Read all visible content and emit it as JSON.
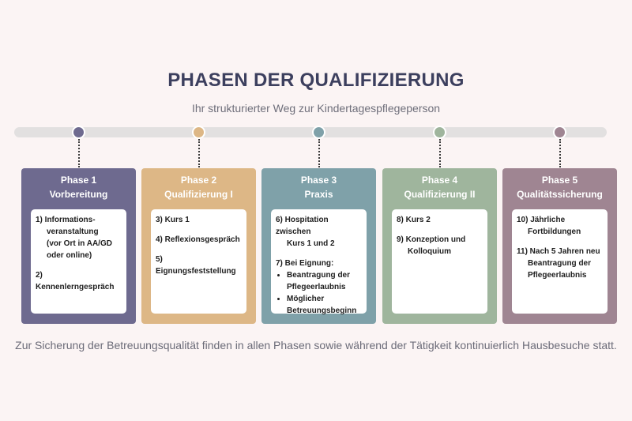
{
  "title": "PHASEN DER QUALIFIZIERUNG",
  "subtitle": "Ihr strukturierter Weg zur Kindertagespflegeperson",
  "footer": "Zur Sicherung der Betreuungsqualität finden in allen Phasen sowie während der Tätigkeit kontinuierlich Hausbesuche statt.",
  "colors": {
    "phase1": "#6e6a8f",
    "phase2": "#ddb786",
    "phase3": "#7fa1a9",
    "phase4": "#9fb59d",
    "phase5": "#9f8592"
  },
  "phases": [
    {
      "label": "Phase 1",
      "name": "Vorbereitung",
      "items": [
        {
          "text": "1)  Informations-\nveranstaltung\n(vor Ort in AA/GD\noder online)"
        },
        {
          "text": "2) Kennenlerngespräch"
        }
      ]
    },
    {
      "label": "Phase 2",
      "name": "Qualifizierung I",
      "items": [
        {
          "text": "3) Kurs 1"
        },
        {
          "text": "4) Reflexionsgespräch"
        },
        {
          "text": "5) Eignungsfeststellung"
        }
      ]
    },
    {
      "label": "Phase 3",
      "name": "Praxis",
      "items": [
        {
          "text": "6)  Hospitation zwischen\nKurs 1 und 2"
        },
        {
          "text": "7) Bei Eignung:",
          "bullets": [
            "Beantragung der Pflegeerlaubnis",
            "Möglicher Betreuungsbeginn"
          ]
        }
      ]
    },
    {
      "label": "Phase 4",
      "name": "Qualifizierung II",
      "items": [
        {
          "text": "8) Kurs 2"
        },
        {
          "text": "9) Konzeption und\nKolloquium"
        }
      ]
    },
    {
      "label": "Phase 5",
      "name": "Qualitätssicherung",
      "items": [
        {
          "text": "10) Jährliche\nFortbildungen"
        },
        {
          "text": "11) Nach 5 Jahren neu\nBeantragung der\nPflegeerlaubnis"
        }
      ]
    }
  ]
}
